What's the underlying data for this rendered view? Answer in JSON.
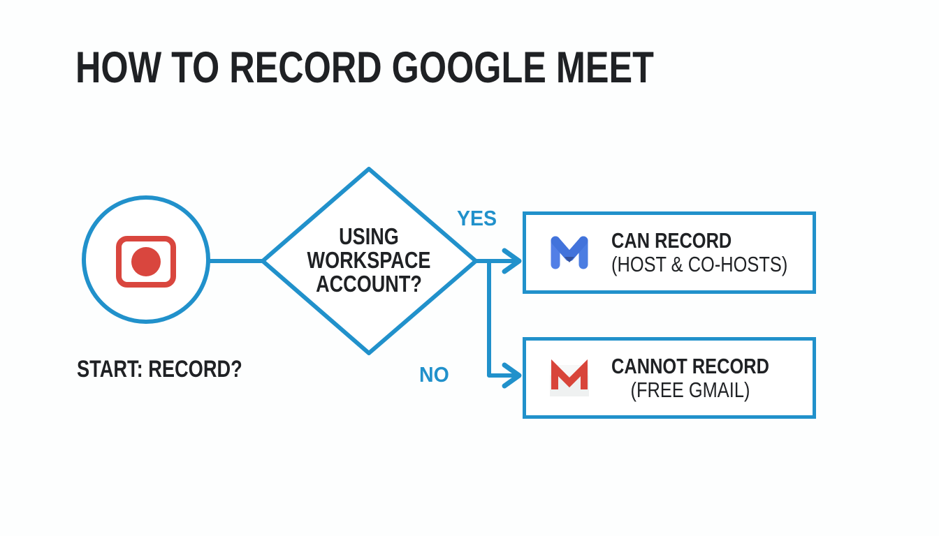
{
  "title": "HOW TO RECORD GOOGLE MEET",
  "flowchart": {
    "start": {
      "icon": "record-icon",
      "label": "START: RECORD?"
    },
    "decision": {
      "lines": [
        "USING",
        "WORKSPACE",
        "ACCOUNT?"
      ]
    },
    "branch_yes": {
      "label": "YES",
      "outcome_icon": "google-meet-logo",
      "outcome_title": "CAN RECORD",
      "outcome_subtitle": "(HOST & CO-HOSTS)"
    },
    "branch_no": {
      "label": "NO",
      "outcome_icon": "gmail-logo",
      "outcome_title": "CANNOT RECORD",
      "outcome_subtitle": "(FREE GMAIL)"
    }
  },
  "colors": {
    "accent_blue": "#2191cb",
    "record_red": "#d9463e",
    "meet_blue": "#4b7de2",
    "gmail_red": "#d8453a",
    "text_dark": "#1f2124",
    "background": "#fdfefe"
  }
}
